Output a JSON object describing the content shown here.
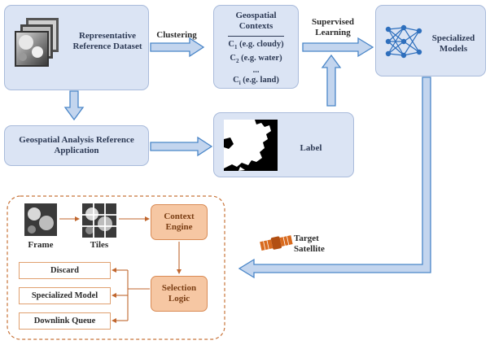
{
  "dataset": {
    "title": "Representative Reference Dataset"
  },
  "clustering_label": "Clustering",
  "contexts": {
    "title": "Geospatial Contexts",
    "c1": {
      "prefix": "C",
      "sub": "1",
      "text": "(e.g. cloudy)"
    },
    "c2": {
      "prefix": "C",
      "sub": "2",
      "text": "(e.g. water)"
    },
    "ellipsis": "...",
    "ci": {
      "prefix": "C",
      "sub": "i",
      "text": "(e.g. land)"
    }
  },
  "supervised_label": "Supervised Learning",
  "models": {
    "title": "Specialized Models"
  },
  "application": {
    "title": "Geospatial Analysis Reference Application"
  },
  "label_box": {
    "title": "Label"
  },
  "satellite": {
    "label": "Target Satellite"
  },
  "onboard": {
    "frame_label": "Frame",
    "tiles_label": "Tiles",
    "context_engine": "Context Engine",
    "selection_logic": "Selection Logic",
    "outputs": [
      "Discard",
      "Specialized Model",
      "Downlink Queue"
    ]
  },
  "colors": {
    "box_fill": "#dbe4f4",
    "arrow_fill": "#c3d5ee",
    "arrow_stroke": "#4a86c8",
    "orange_fill": "#f6c7a3",
    "orange_stroke": "#c0662e",
    "network_node": "#2e6fbd"
  },
  "icons": [
    "satellite-image-stack-icon",
    "neural-network-icon",
    "binary-mask-icon",
    "satellite-icon",
    "frame-thumbnail-icon",
    "tiles-grid-icon"
  ]
}
